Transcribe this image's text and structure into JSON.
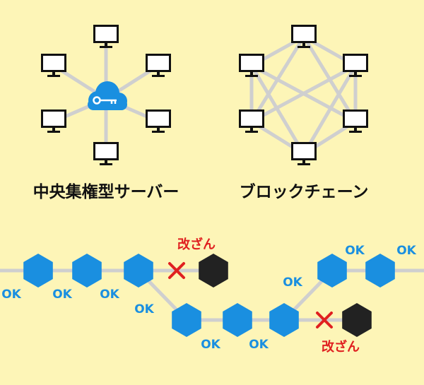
{
  "colors": {
    "background": "#fdf5b7",
    "line": "#cfcfcf",
    "hexagon": "#1a8fe0",
    "tampered": "#222222",
    "ok_text": "#1a8fe0",
    "tamper_text": "#e02020",
    "cloud": "#1a8fe0"
  },
  "icons": {
    "monitor": "monitor-icon",
    "server": "cloud-key-icon",
    "tamper_mark": "cross-icon"
  },
  "central": {
    "label": "中央集権型サーバー"
  },
  "blockchain": {
    "label": "ブロックチェーン"
  },
  "chain": {
    "ok": "OK",
    "tampered": "改ざん"
  }
}
